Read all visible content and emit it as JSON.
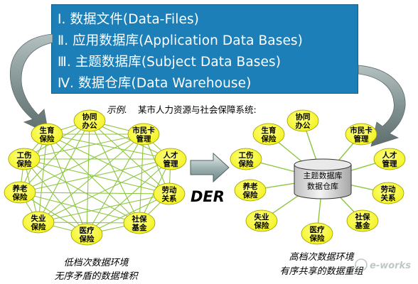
{
  "levels": [
    "Ⅰ. 数据文件(Data-Files)",
    "Ⅱ. 应用数据库(Application Data Bases)",
    "Ⅲ. 主题数据库(Subject Data Bases)",
    "Ⅳ. 数据仓库(Data Warehouse)"
  ],
  "example": {
    "prefix": "示例.",
    "text": "某市人力资源与社会保障系统:"
  },
  "left_nodes": [
    {
      "id": "xiexie",
      "label": [
        "协同",
        "办公"
      ]
    },
    {
      "id": "shimin",
      "label": [
        "市民卡",
        "管理"
      ]
    },
    {
      "id": "rencai",
      "label": [
        "人才",
        "管理"
      ]
    },
    {
      "id": "laodong",
      "label": [
        "劳动",
        "关系"
      ]
    },
    {
      "id": "shebao",
      "label": [
        "社保",
        "基金"
      ]
    },
    {
      "id": "yiliao",
      "label": [
        "医疗",
        "保险"
      ]
    },
    {
      "id": "shiye",
      "label": [
        "失业",
        "保险"
      ]
    },
    {
      "id": "yanglao",
      "label": [
        "养老",
        "保险"
      ]
    },
    {
      "id": "gongshang",
      "label": [
        "工伤",
        "保险"
      ]
    },
    {
      "id": "shengyu",
      "label": [
        "生育",
        "保险"
      ]
    }
  ],
  "right_nodes": [
    {
      "id": "xiexie",
      "label": [
        "协同",
        "办公"
      ]
    },
    {
      "id": "shimin",
      "label": [
        "市民卡",
        "管理"
      ]
    },
    {
      "id": "rencai",
      "label": [
        "人才",
        "管理"
      ]
    },
    {
      "id": "laodong",
      "label": [
        "劳动",
        "关系"
      ]
    },
    {
      "id": "shebao",
      "label": [
        "社保",
        "基金"
      ]
    },
    {
      "id": "yiliao",
      "label": [
        "医疗",
        "保险"
      ]
    },
    {
      "id": "shiye",
      "label": [
        "失业",
        "保险"
      ]
    },
    {
      "id": "yanglao",
      "label": [
        "养老",
        "保险"
      ]
    },
    {
      "id": "gongshang",
      "label": [
        "工伤",
        "保险"
      ]
    },
    {
      "id": "shengyu",
      "label": [
        "生育",
        "保险"
      ]
    }
  ],
  "center_db": [
    "主题数据库",
    "数据仓库"
  ],
  "der_label": "DER",
  "left_caption": [
    "低档次数据环境",
    "无序矛盾的数据堆积"
  ],
  "right_caption": [
    "高档次数据环境",
    "有序共享的数据重组"
  ],
  "watermark": "e-works",
  "colors": {
    "title_bg": "#1c7fb8",
    "node_fill": "#ffff33",
    "edge": "#8cc63e",
    "arrow_gray": "#7f8f8f"
  }
}
